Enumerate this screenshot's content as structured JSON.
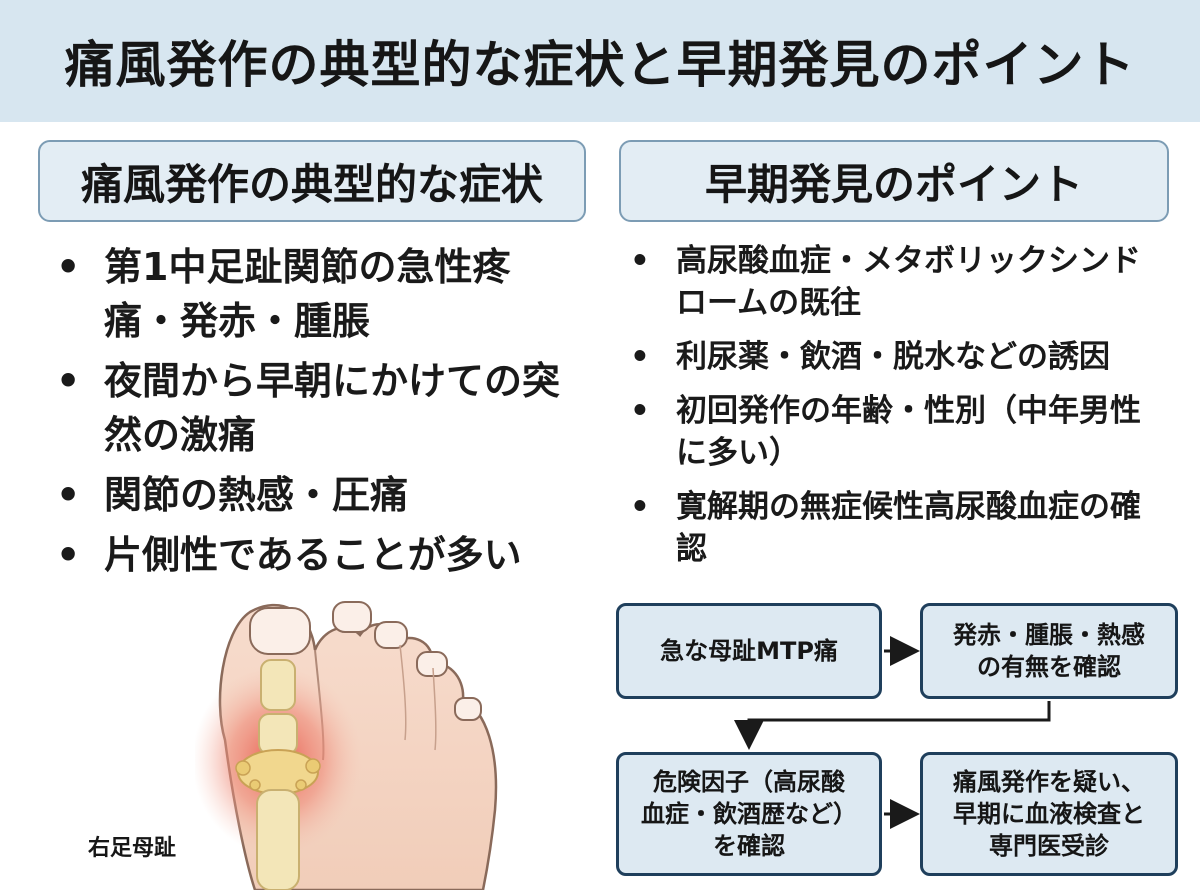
{
  "title": "痛風発作の典型的な症状と早期発見のポイント",
  "left_section": {
    "heading": "痛風発作の典型的な症状",
    "items": [
      "第1中足趾関節の急性疼痛・発赤・腫脹",
      "夜間から早朝にかけての突然の激痛",
      "関節の熱感・圧痛",
      "片側性であることが多い"
    ]
  },
  "right_section": {
    "heading": "早期発見のポイント",
    "items": [
      "高尿酸血症・メタボリックシンドロームの既往",
      "利尿薬・飲酒・脱水などの誘因",
      "初回発作の年齢・性別（中年男性に多い）",
      "寛解期の無症候性高尿酸血症の確認"
    ]
  },
  "illustration": {
    "label": "右足母趾",
    "icon": "foot-illustration"
  },
  "flowchart": {
    "step1": "急な母趾MTP痛",
    "step2": "発赤・腫脹・熱感\nの有無を確認",
    "step3": "危険因子（高尿酸\n血症・飲酒歴など）\nを確認",
    "step4": "痛風発作を疑い、\n早期に血液検査と\n専門医受診"
  },
  "colors": {
    "title_bg": "#d7e6f0",
    "heading_bg": "#e3edf4",
    "heading_border": "#7c9cb4",
    "flow_box_bg": "#dde9f2",
    "flow_box_border": "#1f3f5c",
    "inflammation": "#e8584a"
  }
}
